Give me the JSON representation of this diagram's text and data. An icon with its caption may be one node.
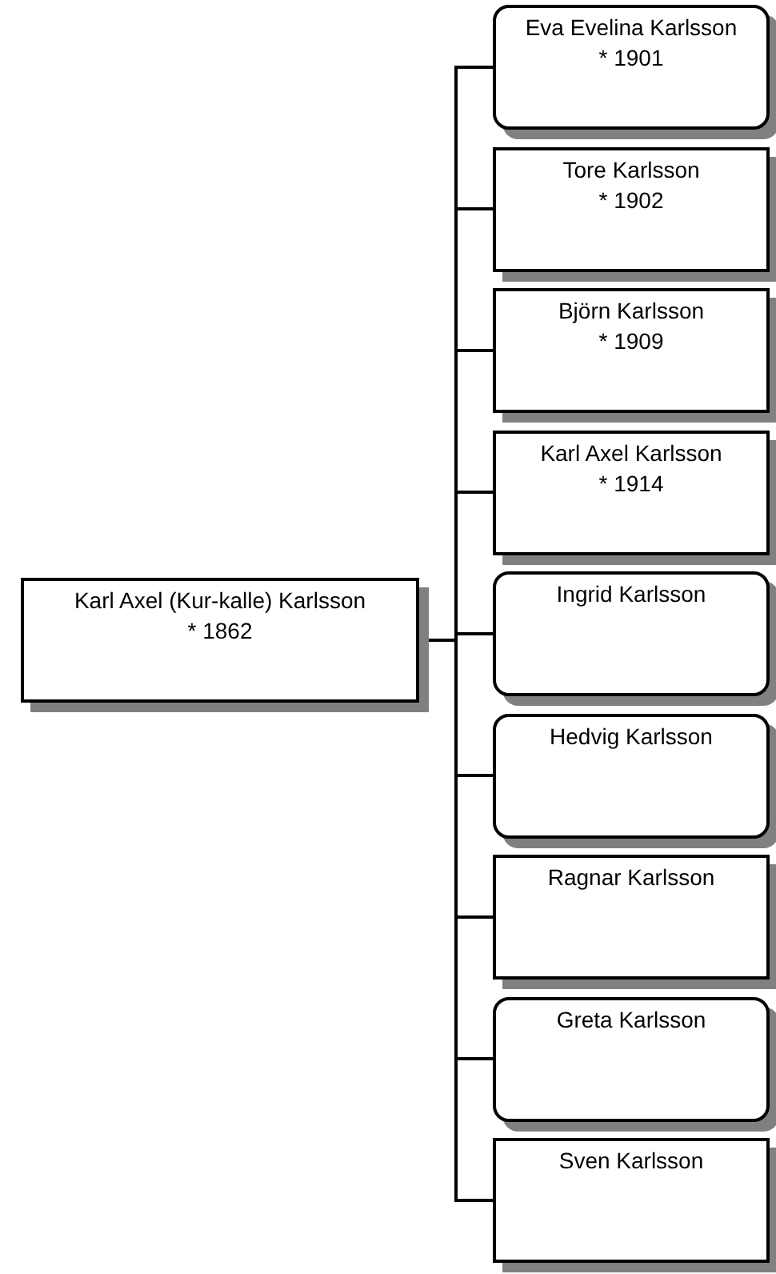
{
  "diagram": {
    "nodes": [
      {
        "text": [
          "Karl Axel (Kur-kalle) Karlsson",
          "* 1862"
        ]
      },
      {
        "text": [
          "Eva Evelina Karlsson",
          "* 1901"
        ]
      },
      {
        "text": [
          "Tore Karlsson",
          "* 1902"
        ]
      },
      {
        "text": [
          "Björn Karlsson",
          "* 1909"
        ]
      },
      {
        "text": [
          "Karl Axel Karlsson",
          "* 1914"
        ]
      },
      {
        "text": [
          "Ingrid Karlsson"
        ]
      },
      {
        "text": [
          "Hedvig Karlsson"
        ]
      },
      {
        "text": [
          "Ragnar Karlsson"
        ]
      },
      {
        "text": [
          "Greta Karlsson"
        ]
      },
      {
        "text": [
          "Sven Karlsson"
        ]
      }
    ],
    "edges": [
      {
        "from": 0,
        "to": 1,
        "arrow": "none"
      },
      {
        "from": 0,
        "to": 2,
        "arrow": "none"
      },
      {
        "from": 0,
        "to": 3,
        "arrow": "none"
      },
      {
        "from": 0,
        "to": 4,
        "arrow": "none"
      },
      {
        "from": 0,
        "to": 5,
        "arrow": "none"
      },
      {
        "from": 0,
        "to": 6,
        "arrow": "none"
      },
      {
        "from": 0,
        "to": 7,
        "arrow": "none"
      },
      {
        "from": 0,
        "to": 8,
        "arrow": "none"
      },
      {
        "from": 0,
        "to": 9,
        "arrow": "none"
      }
    ]
  }
}
